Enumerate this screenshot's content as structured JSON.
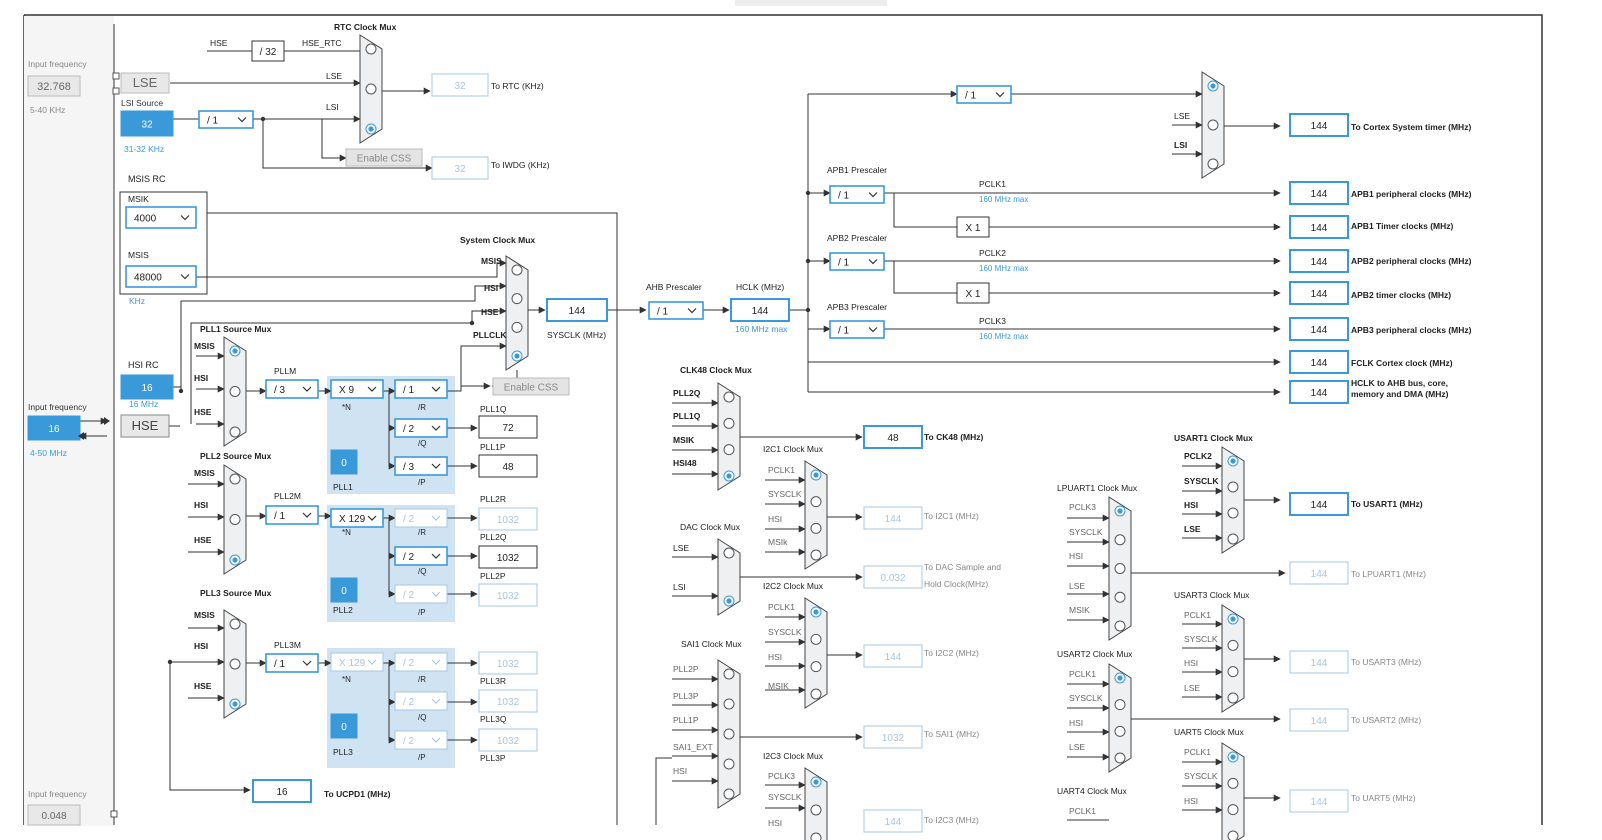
{
  "top_labels": {
    "rtc_mux": "RTC Clock Mux",
    "hse": "HSE",
    "div32": "/ 32",
    "hse_rtc": "HSE_RTC",
    "lse_in": "LSE",
    "lsi_in": "LSI",
    "to_rtc_val": "32",
    "to_rtc": "To RTC (KHz)",
    "enable_css": "Enable CSS",
    "to_iwdg_val": "32",
    "to_iwdg": "To IWDG (KHz)"
  },
  "left_inputs": {
    "input_freq_1": "Input frequency",
    "lse_freq": "32.768",
    "lse_range": "5-40 KHz",
    "lse_btn": "LSE",
    "lsi_source": "LSI Source",
    "lsi_val": "32",
    "lsi_range": "31-32 KHz",
    "lsi_div": "/ 1",
    "msis_rc": "MSIS RC",
    "msik": "MSIK",
    "msik_val": "4000",
    "msis": "MSIS",
    "msis_val": "48000",
    "khz": "KHz",
    "hsi_rc": "HSI RC",
    "hsi_val": "16",
    "hsi_mhz": "16 MHz",
    "input_freq_2": "Input frequency",
    "hse_freq": "16",
    "hse_range": "4-50 MHz",
    "hse_btn": "HSE",
    "input_freq_3": "Input frequency",
    "input_freq_3_val": "0.048"
  },
  "pll1": {
    "mux_title": "PLL1 Source Mux",
    "msis": "MSIS",
    "hsi": "HSI",
    "hse": "HSE",
    "m_label": "PLLM",
    "m": "/ 3",
    "n": "X 9",
    "n_lbl": "*N",
    "r": "/ 1",
    "r_lbl": "/R",
    "q": "/ 2",
    "q_lbl": "/Q",
    "p": "/ 3",
    "p_lbl": "/P",
    "frac": "0",
    "name": "PLL1",
    "q_out_lbl": "PLL1Q",
    "q_out": "72",
    "p_out_lbl": "PLL1P",
    "p_out": "48"
  },
  "pll2": {
    "mux_title": "PLL2 Source Mux",
    "msis": "MSIS",
    "hsi": "HSI",
    "hse": "HSE",
    "m_label": "PLL2M",
    "m": "/ 1",
    "n": "X 129",
    "n_lbl": "*N",
    "r": "/ 2",
    "r_lbl": "/R",
    "q": "/ 2",
    "q_lbl": "/Q",
    "p": "/ 2",
    "p_lbl": "/P",
    "frac": "0",
    "name": "PLL2",
    "r_out_lbl": "PLL2R",
    "r_out": "1032",
    "q_out_lbl": "PLL2Q",
    "q_out": "1032",
    "p_out_lbl": "PLL2P",
    "p_out": "1032"
  },
  "pll3": {
    "mux_title": "PLL3 Source Mux",
    "msis": "MSIS",
    "hsi": "HSI",
    "hse": "HSE",
    "m_label": "PLL3M",
    "m": "/ 1",
    "n": "X 129",
    "n_lbl": "*N",
    "r": "/ 2",
    "r_lbl": "/R",
    "q": "/ 2",
    "q_lbl": "/Q",
    "p": "/ 2",
    "p_lbl": "/P",
    "frac": "0",
    "name": "PLL3",
    "r_out_lbl": "PLL3R",
    "r_out": "1032",
    "q_out_lbl": "PLL3Q",
    "q_out": "1032",
    "p_out_lbl": "PLL3P",
    "p_out": "1032"
  },
  "ucpd": {
    "val": "16",
    "label": "To UCPD1 (MHz)"
  },
  "sysmux": {
    "title": "System Clock Mux",
    "msis": "MSIS",
    "hsi": "HSI",
    "hse": "HSE",
    "pllclk": "PLLCLK",
    "sysclk_val": "144",
    "sysclk": "SYSCLK (MHz)",
    "enable_css": "Enable CSS"
  },
  "ahb": {
    "title": "AHB Prescaler",
    "div": "/ 1",
    "hclk": "HCLK (MHz)",
    "hclk_val": "144",
    "max": "160 MHz max"
  },
  "apb": {
    "top_div": "/ 1",
    "lse": "LSE",
    "lsi": "LSI",
    "cortex_val": "144",
    "cortex": "To Cortex System timer (MHz)",
    "apb1_title": "APB1 Prescaler",
    "apb1_div": "/ 1",
    "pclk1": "PCLK1",
    "pclk1_max": "160 MHz max",
    "apb1_periph_val": "144",
    "apb1_periph": "APB1 peripheral clocks (MHz)",
    "x1_a": "X 1",
    "apb1_timer_val": "144",
    "apb1_timer": "APB1 Timer clocks (MHz)",
    "apb2_title": "APB2 Prescaler",
    "apb2_div": "/ 1",
    "pclk2": "PCLK2",
    "pclk2_max": "160 MHz max",
    "apb2_periph_val": "144",
    "apb2_periph": "APB2 peripheral clocks (MHz)",
    "x1_b": "X 1",
    "apb2_timer_val": "144",
    "apb2_timer": "APB2 timer clocks (MHz)",
    "apb3_title": "APB3 Prescaler",
    "apb3_div": "/ 1",
    "pclk3": "PCLK3",
    "pclk3_max": "160 MHz max",
    "apb3_periph_val": "144",
    "apb3_periph": "APB3 peripheral clocks (MHz)",
    "fclk_val": "144",
    "fclk": "FCLK Cortex clock (MHz)",
    "hclk_bus_val": "144",
    "hclk_bus_1": "HCLK to AHB bus, core,",
    "hclk_bus_2": "memory and DMA (MHz)"
  },
  "clk48": {
    "title": "CLK48 Clock Mux",
    "in1": "PLL2Q",
    "in2": "PLL1Q",
    "in3": "MSIK",
    "in4": "HSI48",
    "val": "48",
    "label": "To CK48 (MHz)"
  },
  "i2c1": {
    "title": "I2C1 Clock Mux",
    "in1": "PCLK1",
    "in2": "SYSCLK",
    "in3": "HSI",
    "in4": "MSIk",
    "val": "144",
    "label": "To I2C1 (MHz)"
  },
  "dac": {
    "title": "DAC Clock Mux",
    "in1": "LSE",
    "in2": "LSI",
    "val": "0.032",
    "label_1": "To DAC Sample and",
    "label_2": "Hold Clock(MHz)"
  },
  "i2c2": {
    "title": "I2C2 Clock Mux",
    "in1": "PCLK1",
    "in2": "SYSCLK",
    "in3": "HSI",
    "in4": "MSIK",
    "val": "144",
    "label": "To I2C2 (MHz)"
  },
  "sai1": {
    "title": "SAI1 Clock Mux",
    "in1": "PLL2P",
    "in2": "PLL3P",
    "in3": "PLL1P",
    "in4": "SAI1_EXT",
    "in5": "HSI",
    "val": "1032",
    "label": "To SAI1 (MHz)"
  },
  "i2c3": {
    "title": "I2C3 Clock Mux",
    "in1": "PCLK3",
    "in2": "SYSCLK",
    "in3": "HSI",
    "val": "144",
    "label": "To I2C3 (MHz)"
  },
  "lpuart1": {
    "title": "LPUART1 Clock Mux",
    "in1": "PCLK3",
    "in2": "SYSCLK",
    "in3": "HSI",
    "in4": "LSE",
    "in5": "MSIK",
    "val": "144",
    "label": "To LPUART1 (MHz)"
  },
  "usart2": {
    "title": "USART2 Clock Mux",
    "in1": "PCLK1",
    "in2": "SYSCLK",
    "in3": "HSI",
    "in4": "LSE",
    "val": "144",
    "label": "To USART2 (MHz)"
  },
  "uart4": {
    "title": "UART4 Clock Mux",
    "in1": "PCLK1"
  },
  "usart1": {
    "title": "USART1 Clock Mux",
    "in1": "PCLK2",
    "in2": "SYSCLK",
    "in3": "HSI",
    "in4": "LSE",
    "val": "144",
    "label": "To USART1 (MHz)"
  },
  "usart3": {
    "title": "USART3 Clock Mux",
    "in1": "PCLK1",
    "in2": "SYSCLK",
    "in3": "HSI",
    "in4": "LSE",
    "val": "144",
    "label": "To USART3 (MHz)"
  },
  "uart5": {
    "title": "UART5 Clock Mux",
    "in1": "PCLK1",
    "in2": "SYSCLK",
    "in3": "HSI",
    "val": "144",
    "label": "To UART5 (MHz)"
  },
  "colors": {
    "accent": "#3a9ad9",
    "line": "#333333",
    "panel": "#cfe3f3",
    "disabled": "#a8c7e0"
  }
}
